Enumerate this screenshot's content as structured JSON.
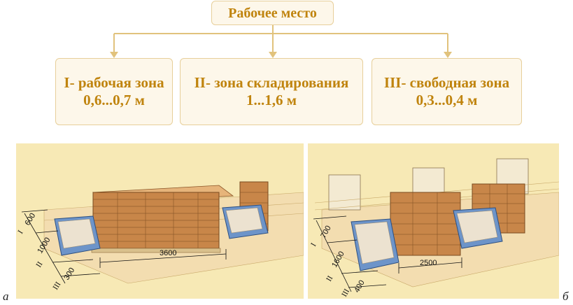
{
  "title": "Рабочее место",
  "zones": [
    {
      "name": "I- рабочая зона",
      "size": "0,6...0,7 м"
    },
    {
      "name": "II- зона складирования",
      "size": "1...1,6 м"
    },
    {
      "name": "III- свободная зона",
      "size": "0,3...0,4 м"
    }
  ],
  "colors": {
    "text": "#c0840e",
    "box_border": "#e7cf9a",
    "box_fill": "#fdf7ea",
    "arrow": "#e1c27c",
    "panel_bg": "#f7e9b5",
    "bricks": "#c88649",
    "tub": "#6d94c9"
  },
  "figure_a": {
    "label": "а",
    "dims": {
      "zone1": "600",
      "zone2": "1000",
      "zone3": "300",
      "length": "3600"
    },
    "romans": [
      "I",
      "II",
      "III"
    ]
  },
  "figure_b": {
    "label": "б",
    "dims": {
      "zone1": "700",
      "zone2": "1600",
      "zone3": "400",
      "length": "2500"
    },
    "romans": [
      "I",
      "II",
      "III"
    ]
  }
}
